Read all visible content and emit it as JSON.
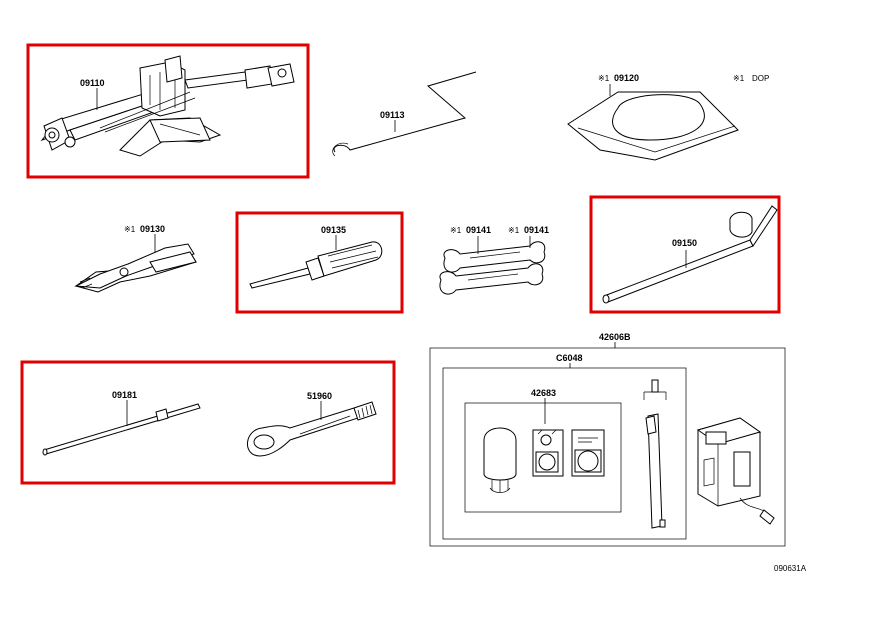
{
  "parts": {
    "jack": "09110",
    "jack_handle": "09113",
    "tool_bag": "09120",
    "pliers": "09130",
    "screwdriver": "09135",
    "wrench_a": "09141",
    "wrench_b": "09141",
    "lug_wrench": "09150",
    "bar": "09181",
    "towing_eye": "51960",
    "repair_kit": "42606B",
    "sealant_set": "C6048",
    "sealant_bottle": "42683"
  },
  "notes": {
    "mark": "※1",
    "dop": "DOP"
  },
  "diagram_code": "090631A",
  "colors": {
    "highlight": "#e00000",
    "line": "#000000"
  }
}
